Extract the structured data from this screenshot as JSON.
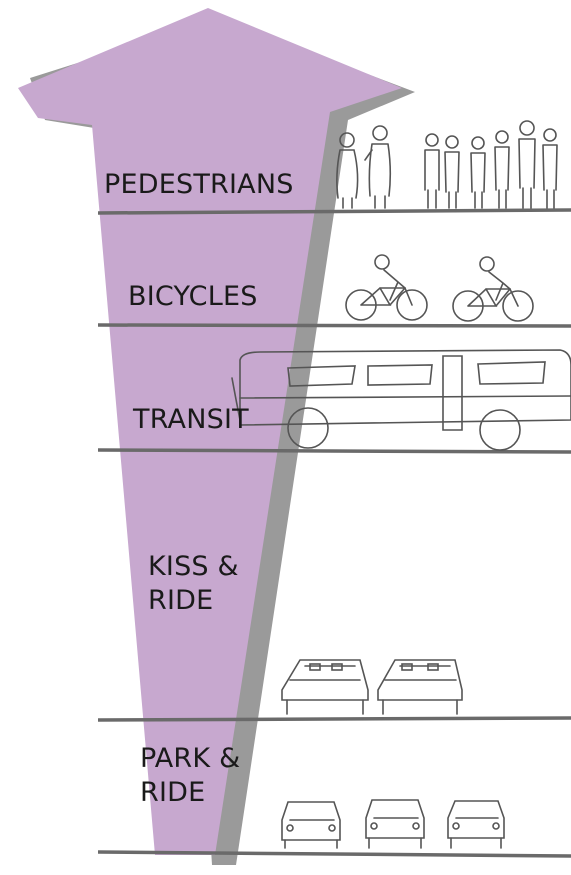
{
  "diagram": {
    "arrow_color": "#c7a8cf",
    "shadow_color": "#9a9a9a",
    "line_color": "#6a6a6a",
    "tiers": [
      {
        "label_lines": [
          "PEDESTRIANS"
        ],
        "sketch": "pedestrians"
      },
      {
        "label_lines": [
          "BICYCLES"
        ],
        "sketch": "bicycles"
      },
      {
        "label_lines": [
          "TRANSIT"
        ],
        "sketch": "bus"
      },
      {
        "label_lines": [
          "KISS &",
          "RIDE"
        ],
        "sketch": "cars-rear"
      },
      {
        "label_lines": [
          "PARK &",
          "RIDE"
        ],
        "sketch": "cars-front"
      }
    ]
  }
}
